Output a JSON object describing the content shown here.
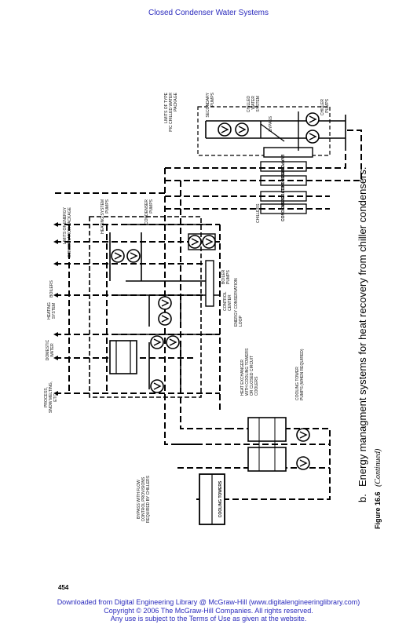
{
  "header": {
    "running_title": "Closed Condenser Water Systems"
  },
  "figure": {
    "caption_letter": "b.",
    "caption_text": "Energy managment systems for heat recovery from chiller condensers.",
    "figure_number": "Figure 16.6",
    "continued": "(Continued)",
    "labels": {
      "cooling_towers": "COOLING TOWERS",
      "bypass_line1": "BYPASS WITH FLOW",
      "bypass_line2": "CONTROL PROVISIONS",
      "bypass_line3": "REQUIRED BY CHILLERS",
      "process_line1": "PROCESS,",
      "process_line2": "SNOW MELTING,",
      "process_line3": "ETC.",
      "domestic_line1": "DOMESTIC",
      "domestic_line2": "WATER",
      "boilers": "BOILERS",
      "heating_line1": "HEATING",
      "heating_line2": "SYSTEM",
      "limits_energy_line1": "LIMITS OF ENERGY",
      "limits_energy_line2": "CONSERVATION PACKAGE",
      "heating_pumps_line1": "HEATING SYSTEM",
      "heating_pumps_line2": "PUMPS",
      "condenser_pumps_line1": "CONDENSER",
      "condenser_pumps_line2": "PUMPS",
      "boiler_pumps_line1": "BOILER",
      "boiler_pumps_line2": "PUMPS",
      "control_center_line1": "CONTROL",
      "control_center_line2": "CENTER",
      "ec_loop_line1": "ENERGY CONSERVATION",
      "ec_loop_line2": "LOOP",
      "heat_exchanger_line1": "HEAT EXCHANGER",
      "heat_exchanger_line2": "WITH COOLING TOWERS",
      "heat_exchanger_line3": "OR CLOSED CIRCUIT",
      "heat_exchanger_line4": "COOLERS",
      "ct_pumps_line1": "COOLING TOWER",
      "ct_pumps_line2": "PUMPS (WHEN REQUIRED)",
      "chillers": "CHILLERS",
      "condenser": "CONDENSER",
      "evaporator": "EVAPORATOR",
      "limits_chilled_line1": "LIMITS OF TYPE",
      "limits_chilled_line2": "PIC CHILLED WATER",
      "limits_chilled_line3": "PACKAGE",
      "secondary_pumps_line1": "SECONDARY",
      "secondary_pumps_line2": "PUMPS",
      "chilled_water_line1": "CHILLED",
      "chilled_water_line2": "WATER",
      "chilled_water_line3": "SYSTEM",
      "bypass_small": "BYPASS",
      "chiller_pumps_line1": "CHILLER",
      "chiller_pumps_line2": "PUMPS"
    }
  },
  "page_number": "454",
  "footer": {
    "line1": "Downloaded from Digital Engineering Library @ McGraw-Hill (www.digitalengineeringlibrary.com)",
    "line2": "Copyright © 2006 The McGraw-Hill Companies. All rights reserved.",
    "line3": "Any use is subject to the Terms of Use as given at the website."
  }
}
